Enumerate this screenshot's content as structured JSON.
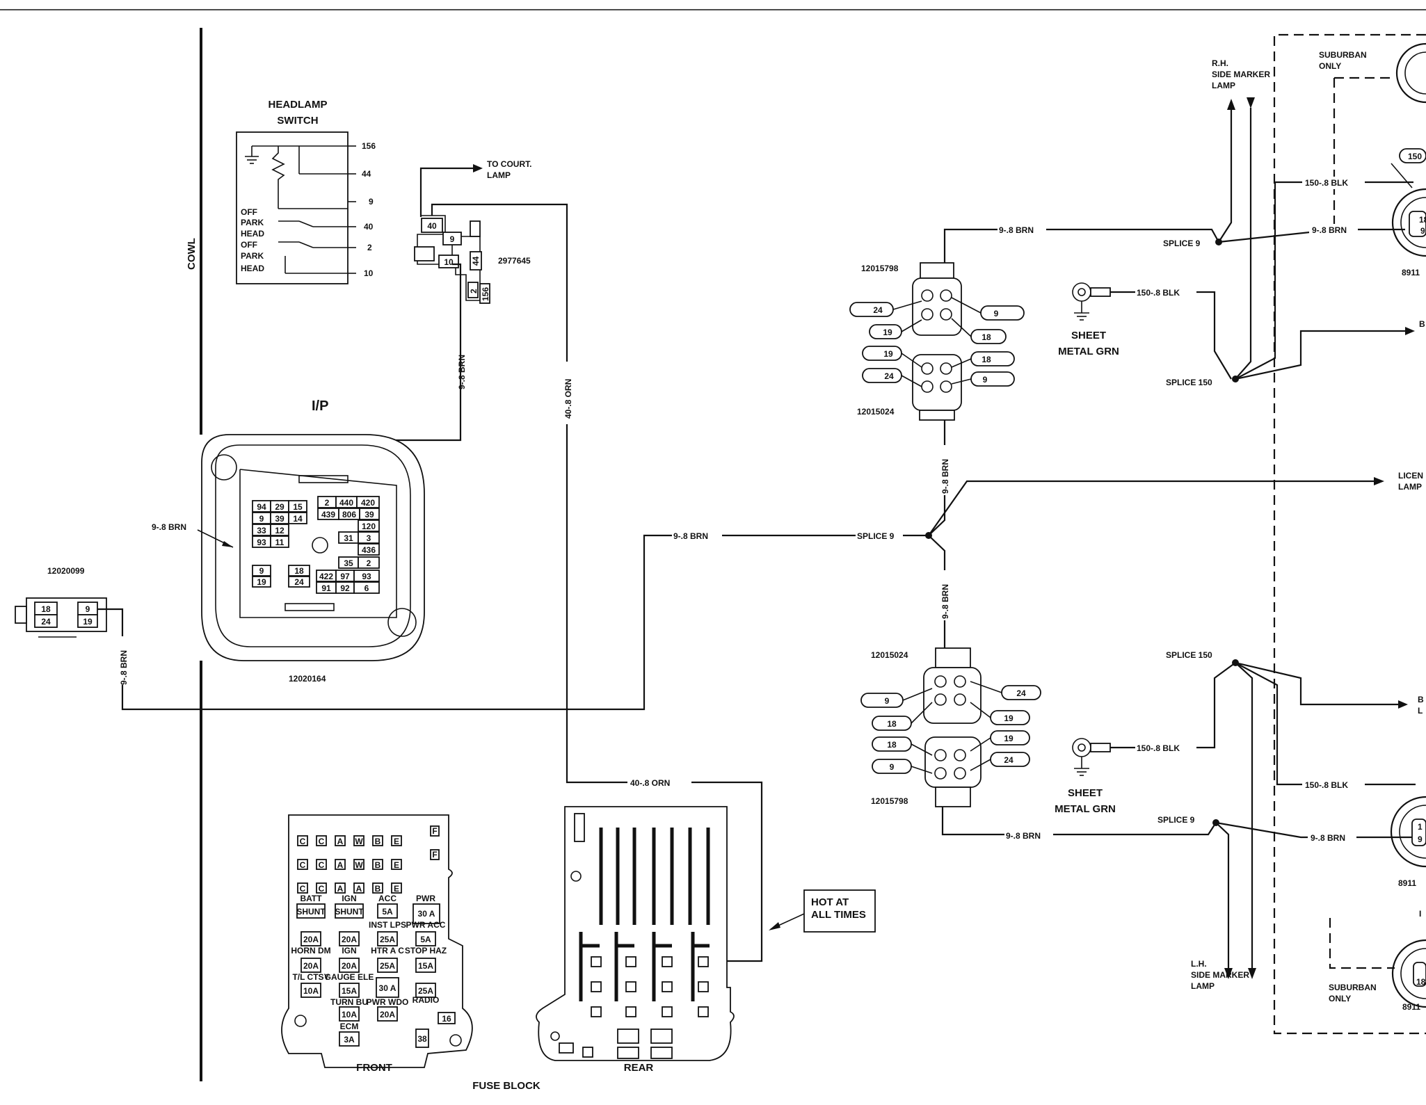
{
  "diagram": {
    "cowl": "COWL",
    "ip": "I/P",
    "headlamp_switch": {
      "title_line1": "HEADLAMP",
      "title_line2": "SWITCH",
      "pins": [
        "156",
        "44",
        "9",
        "40",
        "2",
        "10"
      ],
      "positions": [
        "OFF",
        "PARK",
        "HEAD",
        "OFF",
        "PARK",
        "HEAD"
      ]
    },
    "switch_connector": {
      "part": "2977645",
      "cells": [
        "40",
        "9",
        "10",
        "44",
        "2",
        "156"
      ],
      "to_courtesy": "TO COURT.",
      "to_courtesy2": "LAMP"
    },
    "bulkhead": {
      "part": "12020164",
      "wire_label": "9-.8 BRN",
      "cells": [
        "94",
        "29",
        "15",
        "2",
        "440",
        "420",
        "9",
        "39",
        "14",
        "439",
        "806",
        "39",
        "33",
        "12",
        "120",
        "93",
        "11",
        "31",
        "3",
        "436",
        "35",
        "2",
        "9",
        "18",
        "422",
        "97",
        "93",
        "19",
        "24",
        "91",
        "92",
        "6"
      ]
    },
    "left_connector": {
      "part": "12020099",
      "cells": [
        "18",
        "9",
        "24",
        "19"
      ]
    },
    "wires": {
      "brn_vert_left": "9-.8 BRN",
      "brn_vert_switch": "9-.8 BRN",
      "orn_vert": "40-.8 ORN",
      "orn_horiz": "40-.8 ORN",
      "brn_to_splice": "9-.8 BRN",
      "brn_upper_conn": "9-.8 BRN",
      "brn_lower_conn": "9-.8 BRN",
      "brn_up_splice": "9-.8 BRN",
      "brn_down_splice": "9-.8 BRN",
      "blk_upper_gnd": "150-.8 BLK",
      "blk_lower_gnd": "150-.8 BLK",
      "blk_upper_lamp": "150-.8 BLK",
      "blk_lower_lamp": "150-.8 BLK",
      "brn_upper_lamp": "9-.8 BRN",
      "brn_lower_lamp": "9-.8 BRN"
    },
    "center_splice": "SPLICE 9",
    "upper_connectors": {
      "top_part": "12015798",
      "bottom_part": "12015024",
      "left_tags": [
        "24",
        "19",
        "19",
        "24"
      ],
      "right_tags": [
        "9",
        "18",
        "18",
        "9"
      ]
    },
    "lower_connectors": {
      "top_part": "12015024",
      "bottom_part": "12015798",
      "left_tags": [
        "9",
        "18",
        "18",
        "9"
      ],
      "right_tags": [
        "24",
        "19",
        "19",
        "24"
      ]
    },
    "ground_upper": {
      "line1": "SHEET",
      "line2": "METAL GRN"
    },
    "ground_lower": {
      "line1": "SHEET",
      "line2": "METAL GRN"
    },
    "right_upper": {
      "rh_marker": [
        "R.H.",
        "SIDE MARKER",
        "LAMP"
      ],
      "suburban": [
        "SUBURBAN",
        "ONLY"
      ],
      "splice9": "SPLICE 9",
      "splice150": "SPLICE 150",
      "tag150": "150",
      "part": "8911",
      "side_b": "B",
      "lamp_pins": [
        "18",
        "9"
      ]
    },
    "right_middle": {
      "license_line1": "LICEN",
      "license_line2": "LAMP"
    },
    "right_lower": {
      "lh_marker": [
        "L.H.",
        "SIDE MARKER",
        "LAMP"
      ],
      "suburban": [
        "SUBURBAN",
        "ONLY"
      ],
      "splice150": "SPLICE 150",
      "splice9": "SPLICE 9",
      "part_a": "8911",
      "part_b": "8911",
      "back_line1": "B",
      "back_line2": "L",
      "side_i": "I",
      "lamp_pins": [
        "1",
        "9",
        "18"
      ]
    },
    "fuse_block": {
      "title": "FUSE BLOCK",
      "front": "FRONT",
      "rear": "REAR",
      "hot": [
        "HOT AT",
        "ALL TIMES"
      ],
      "front_rows": [
        [
          "C",
          "C",
          "A",
          "W",
          "B",
          "E"
        ],
        [
          "C",
          "C",
          "A",
          "W",
          "B",
          "E"
        ],
        [
          "C",
          "C",
          "A",
          "A",
          "B",
          "E"
        ]
      ],
      "front_side": [
        "F",
        "F",
        "16",
        "38"
      ],
      "front_fuses": [
        {
          "top": "BATT",
          "val": "SHUNT"
        },
        {
          "top": "IGN",
          "val": "SHUNT"
        },
        {
          "top": "ACC",
          "val": "5A"
        },
        {
          "top": "PWR",
          "val": "30 A"
        },
        {
          "top": "HORN DM",
          "val": "20A"
        },
        {
          "top": "IGN",
          "val": "20A"
        },
        {
          "top": "INST LPS",
          "val": "25A"
        },
        {
          "top": "PWR ACC",
          "val": "5A"
        },
        {
          "top": "",
          "val": "20A"
        },
        {
          "top": "",
          "val": "20A"
        },
        {
          "top": "HTR A C",
          "val": "25A"
        },
        {
          "top": "STOP HAZ",
          "val": "15A"
        },
        {
          "top": "T/L CTSY",
          "val": "10A"
        },
        {
          "top": "GAUGE ELE",
          "val": "15A"
        },
        {
          "top": "",
          "val": "30 A"
        },
        {
          "top": "RADIO",
          "val": "25A"
        },
        {
          "top": "TURN BU",
          "val": "10A"
        },
        {
          "top": "PWR WDO",
          "val": "20A"
        },
        {
          "top": "ECM",
          "val": "3A"
        }
      ]
    }
  }
}
